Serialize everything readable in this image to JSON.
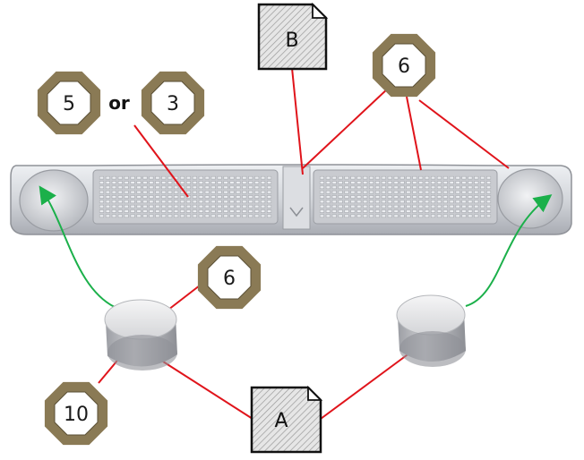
{
  "callouts": {
    "top_left_5": "5",
    "top_left_or": "or",
    "top_left_3": "3",
    "top_right_6": "6",
    "mid_6": "6",
    "bottom_left_10": "10"
  },
  "part_tags": {
    "B": "B",
    "A": "A"
  },
  "colors": {
    "leader_line": "#e0141b",
    "motion_arrow": "#1bb04a",
    "octagon_outer": "#8a7a55",
    "octagon_inner": "#ffffff",
    "octagon_text": "#1a1a1a",
    "part_body": "#d7d8dc",
    "part_shadow": "#9ea0a6",
    "grille": "#b8babf"
  },
  "icons": {
    "part_tag": "hatched-note-corner-icon"
  }
}
